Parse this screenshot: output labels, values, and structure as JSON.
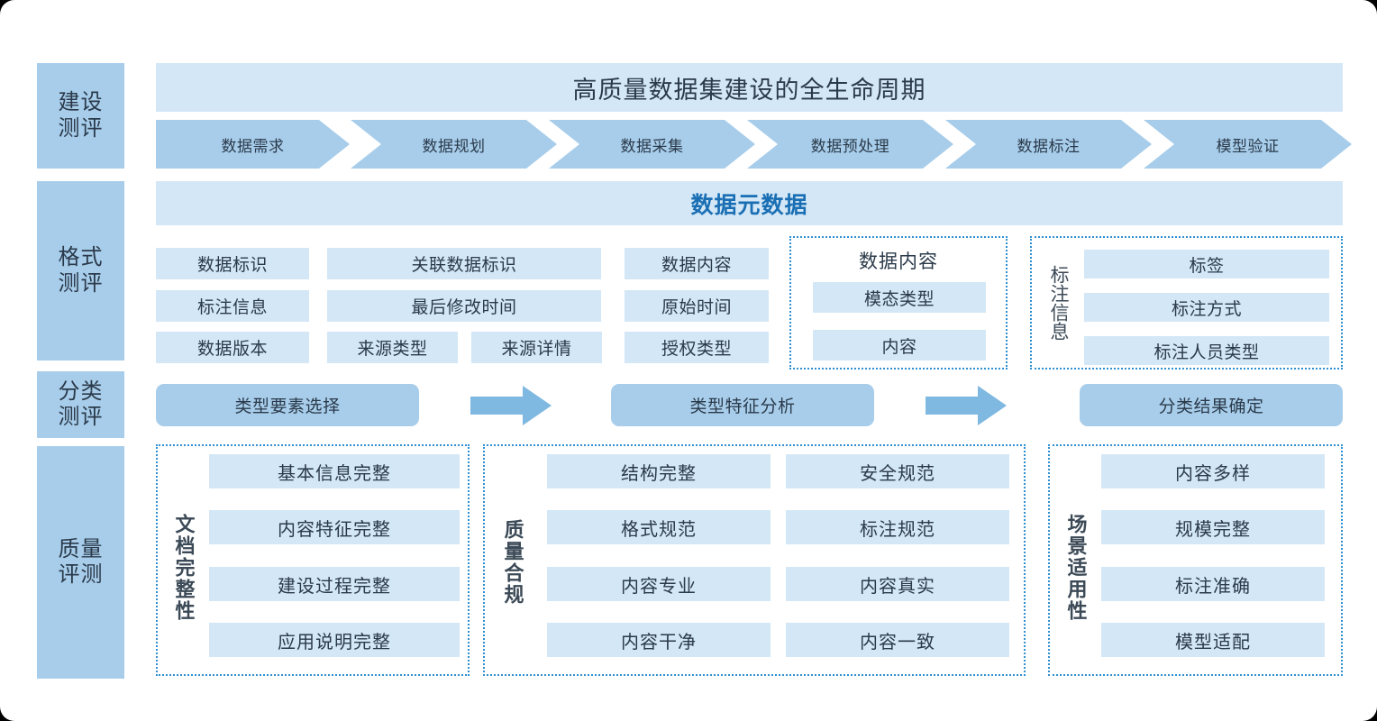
{
  "stages": [
    {
      "name": "construction-evaluation",
      "label": "建设\n测评"
    },
    {
      "name": "format-evaluation",
      "label": "格式\n测评"
    },
    {
      "name": "classification-evaluation",
      "label": "分类\n测评"
    },
    {
      "name": "quality-evaluation",
      "label": "质量\n评测"
    }
  ],
  "lifecycle": {
    "title": "高质量数据集建设的全生命周期",
    "steps": [
      "数据需求",
      "数据规划",
      "数据采集",
      "数据预处理",
      "数据标注",
      "模型验证"
    ]
  },
  "metadata": {
    "title": "数据元数据",
    "col1": [
      "数据标识",
      "标注信息",
      "数据版本"
    ],
    "col2": [
      "关联数据标识",
      "最后修改时间"
    ],
    "col2_split": [
      "来源类型",
      "来源详情"
    ],
    "col3": [
      "数据内容",
      "原始时间",
      "授权类型"
    ],
    "group_content": {
      "title": "数据内容",
      "items": [
        "模态类型",
        "内容"
      ]
    },
    "group_annotation": {
      "label": "标注信息",
      "items": [
        "标签",
        "标注方式",
        "标注人员类型"
      ]
    }
  },
  "classification": {
    "steps": [
      "类型要素选择",
      "类型特征分析",
      "分类结果确定"
    ]
  },
  "quality": {
    "groups": [
      {
        "label": "文档完整性",
        "columns": [
          [
            "基本信息完整",
            "内容特征完整",
            "建设过程完整",
            "应用说明完整"
          ]
        ]
      },
      {
        "label": "质量合规",
        "columns": [
          [
            "结构完整",
            "格式规范",
            "内容专业",
            "内容干净"
          ],
          [
            "安全规范",
            "标注规范",
            "内容真实",
            "内容一致"
          ]
        ]
      },
      {
        "label": "场景适用性",
        "columns": [
          [
            "内容多样",
            "规模完整",
            "标注准确",
            "模型适配"
          ]
        ]
      }
    ]
  },
  "colors": {
    "accent_blue": "#1a6fb4",
    "mid_blue": "#a7cdeb",
    "pale_blue": "#d3e7f6",
    "arrow_blue": "#7fb8e0",
    "dotted_border": "#2f8fd0",
    "text_dark": "#2b3a4a",
    "background": "#ffffff"
  }
}
